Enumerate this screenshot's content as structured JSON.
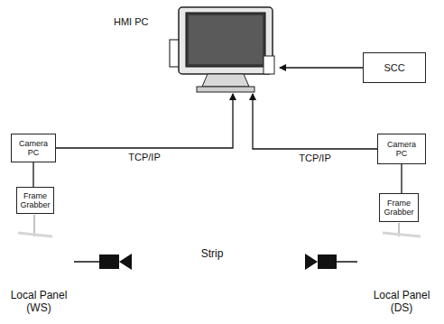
{
  "diagram": {
    "nodes": [
      {
        "text": [
          "HMI PC"
        ]
      },
      {
        "text": [
          "SCC"
        ]
      },
      {
        "text": [
          "Camera PC"
        ]
      },
      {
        "text": [
          "Frame Grabber"
        ]
      },
      {
        "text": [
          "Camera PC"
        ]
      },
      {
        "text": [
          "Frame Grabber"
        ]
      }
    ],
    "edges": [
      {
        "from": 1,
        "to": 0,
        "arrow": "to"
      },
      {
        "from": 2,
        "to": 0,
        "label": "TCP/IP",
        "arrow": "to"
      },
      {
        "from": 4,
        "to": 0,
        "label": "TCP/IP",
        "arrow": "to"
      },
      {
        "from": 2,
        "to": 3,
        "arrow": "none"
      },
      {
        "from": 4,
        "to": 5,
        "arrow": "none"
      }
    ],
    "labels": [
      "Strip",
      "Local Panel (WS)",
      "Local Panel (DS)"
    ]
  }
}
